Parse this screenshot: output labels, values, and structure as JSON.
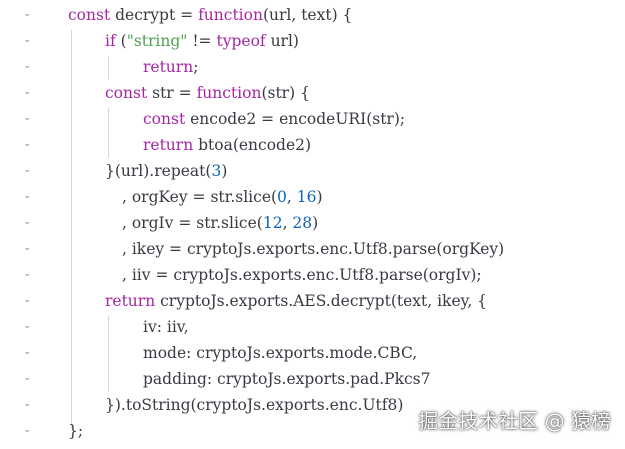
{
  "gutter_marker": "-",
  "colors": {
    "keyword": "#a626a4",
    "string": "#50a14f",
    "number": "#0c64b8",
    "text": "#383a42",
    "gutter": "#7a9cc6"
  },
  "lines": [
    [
      {
        "t": "const",
        "c": "kw"
      },
      {
        "t": " decrypt = "
      },
      {
        "t": "function",
        "c": "kw"
      },
      {
        "t": "(url, text) {"
      }
    ],
    [
      {
        "t": "if",
        "c": "kw"
      },
      {
        "t": " ("
      },
      {
        "t": "\"string\"",
        "c": "str"
      },
      {
        "t": " != "
      },
      {
        "t": "typeof",
        "c": "kw"
      },
      {
        "t": " url)"
      }
    ],
    [
      {
        "t": "return",
        "c": "kw"
      },
      {
        "t": ";"
      }
    ],
    [
      {
        "t": "const",
        "c": "kw"
      },
      {
        "t": " str = "
      },
      {
        "t": "function",
        "c": "kw"
      },
      {
        "t": "(str) {"
      }
    ],
    [
      {
        "t": "const",
        "c": "kw"
      },
      {
        "t": " encode2 = encodeURI(str);"
      }
    ],
    [
      {
        "t": "return",
        "c": "kw"
      },
      {
        "t": " btoa(encode2)"
      }
    ],
    [
      {
        "t": "}(url).repeat("
      },
      {
        "t": "3",
        "c": "num"
      },
      {
        "t": ")"
      }
    ],
    [
      {
        "t": ", orgKey = str.slice("
      },
      {
        "t": "0",
        "c": "num"
      },
      {
        "t": ", "
      },
      {
        "t": "16",
        "c": "num"
      },
      {
        "t": ")"
      }
    ],
    [
      {
        "t": ", orgIv = str.slice("
      },
      {
        "t": "12",
        "c": "num"
      },
      {
        "t": ", "
      },
      {
        "t": "28",
        "c": "num"
      },
      {
        "t": ")"
      }
    ],
    [
      {
        "t": ", ikey = cryptoJs.exports.enc.Utf8.parse(orgKey)"
      }
    ],
    [
      {
        "t": ", iiv = cryptoJs.exports.enc.Utf8.parse(orgIv);"
      }
    ],
    [
      {
        "t": "return",
        "c": "kw"
      },
      {
        "t": " cryptoJs.exports.AES.decrypt(text, ikey, {"
      }
    ],
    [
      {
        "t": "iv: iiv,"
      }
    ],
    [
      {
        "t": "mode: cryptoJs.exports.mode.CBC,"
      }
    ],
    [
      {
        "t": "padding: cryptoJs.exports.pad.Pkcs7"
      }
    ],
    [
      {
        "t": "}).toString(cryptoJs.exports.enc.Utf8)"
      }
    ],
    [
      {
        "t": "};"
      }
    ]
  ],
  "watermark": "掘金技术社区 @ 猿榜"
}
